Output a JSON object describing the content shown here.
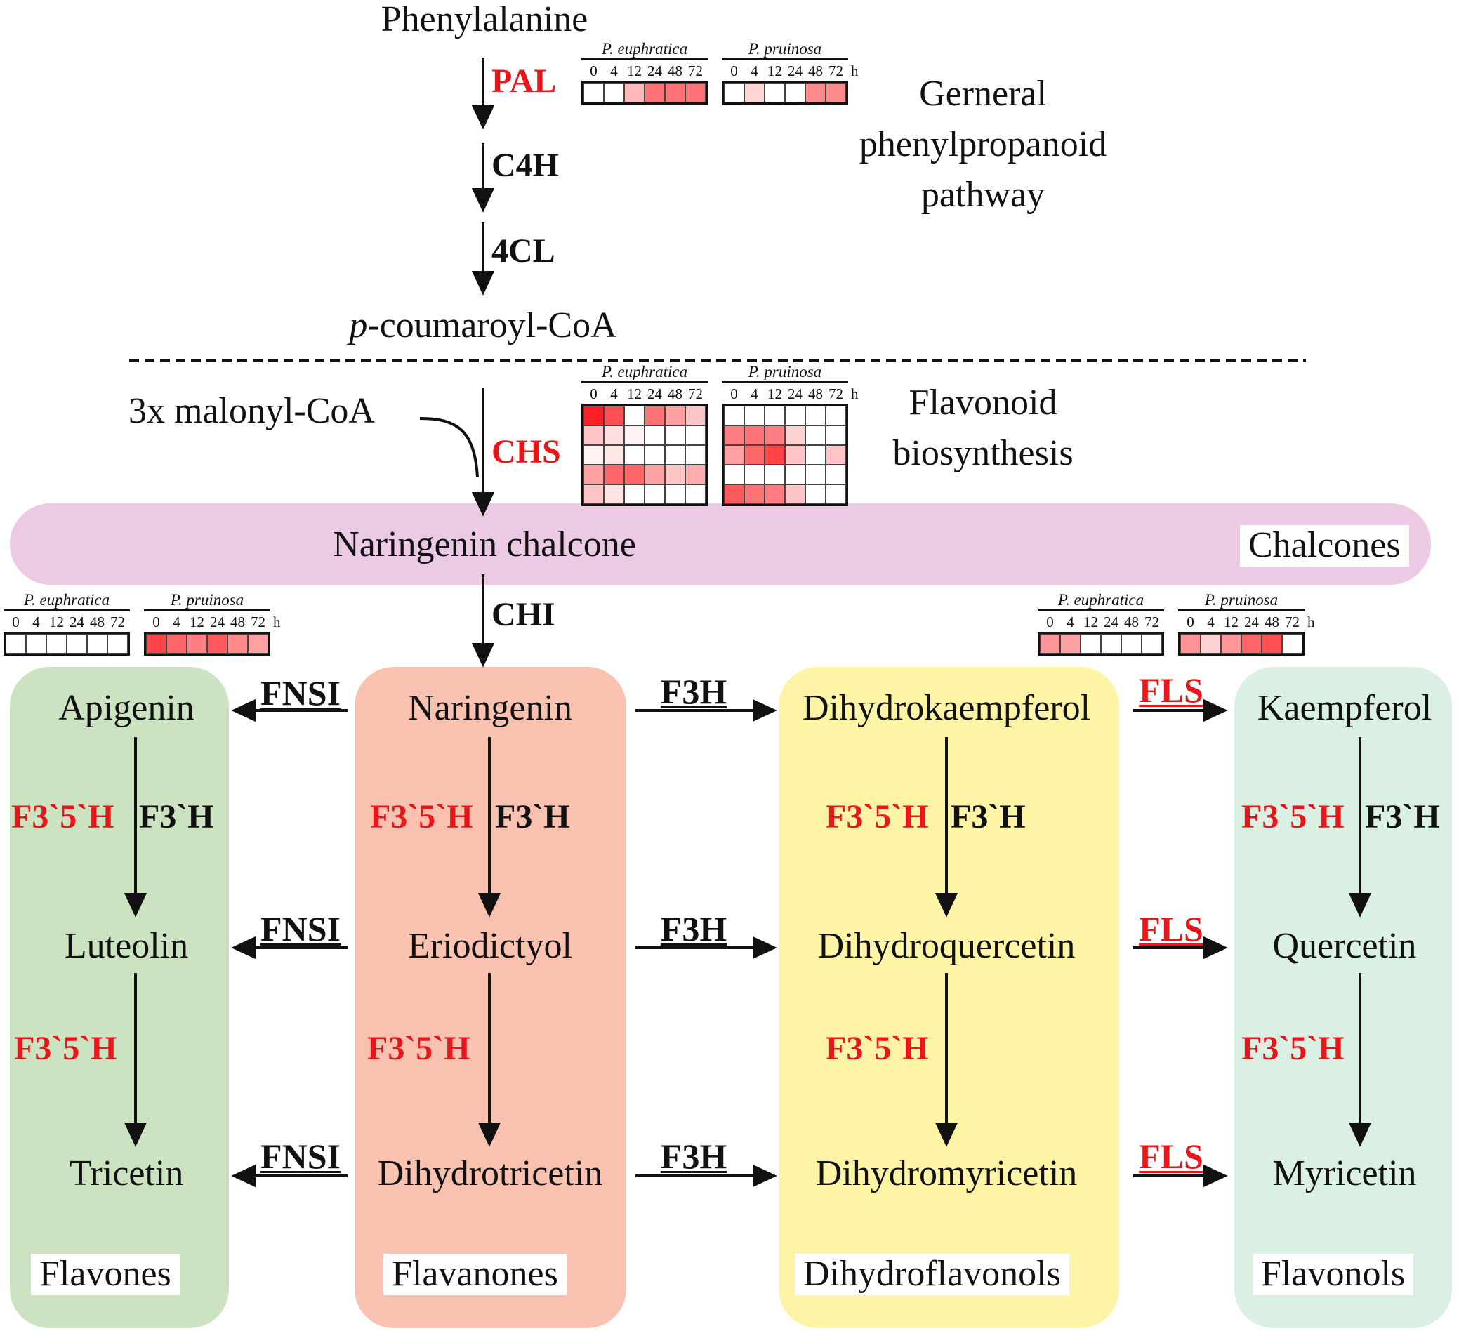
{
  "title_general": [
    "Gerneral",
    "phenylpropanoid",
    "pathway"
  ],
  "title_flavonoid": [
    "Flavonoid",
    "biosynthesis"
  ],
  "compounds": {
    "phenylalanine": "Phenylalanine",
    "p_prefix": "p",
    "coumaroyl_rest": "-coumaroyl-CoA",
    "malonyl": "3x malonyl-CoA",
    "naringenin_chalcone": "Naringenin chalcone",
    "apigenin": "Apigenin",
    "luteolin": "Luteolin",
    "tricetin": "Tricetin",
    "naringenin": "Naringenin",
    "eriodictyol": "Eriodictyol",
    "dihydrotricetin": "Dihydrotricetin",
    "dihydrokaempferol": "Dihydrokaempferol",
    "dihydroquercetin": "Dihydroquercetin",
    "dihydromyricetin": "Dihydromyricetin",
    "kaempferol": "Kaempferol",
    "quercetin": "Quercetin",
    "myricetin": "Myricetin"
  },
  "enzymes": {
    "pal": "PAL",
    "c4h": "C4H",
    "cl4": "4CL",
    "chs": "CHS",
    "chi": "CHI",
    "fnsi": "FNSI",
    "f3h": "F3H",
    "fls": "FLS",
    "f35h": "F3`5`H",
    "f3ph": "F3`H"
  },
  "class_labels": {
    "chalcones": "Chalcones",
    "flavones": "Flavones",
    "flavanones": "Flavanones",
    "dihydroflavonols": "Dihydroflavonols",
    "flavonols": "Flavonols"
  },
  "colors": {
    "chalcones_band": "#ecc9e4",
    "flavones_box": "#cbe3c0",
    "flavanones_box": "#f9c1b0",
    "dihydroflavonols_box": "#fdf4a6",
    "flavonols_box": "#d9f0e3",
    "enzyme_red": "#e8161b"
  },
  "heatmap_legend": {
    "species": [
      "P. euphratica",
      "P. pruinosa"
    ],
    "time_points": [
      "0",
      "4",
      "12",
      "24",
      "48",
      "72"
    ],
    "unit": "h"
  },
  "heatmaps": {
    "pal": {
      "euphratica": [
        [
          0.0,
          0.0,
          0.3,
          0.6,
          0.6,
          0.6
        ]
      ],
      "pruinosa": [
        [
          0.0,
          0.18,
          0.0,
          0.0,
          0.5,
          0.5
        ]
      ]
    },
    "chs": {
      "euphratica": [
        [
          0.95,
          0.75,
          0.0,
          0.6,
          0.4,
          0.25
        ],
        [
          0.25,
          0.15,
          0.05,
          0.0,
          0.0,
          0.0
        ],
        [
          0.05,
          0.1,
          0.0,
          0.0,
          0.0,
          0.0
        ],
        [
          0.4,
          0.65,
          0.65,
          0.4,
          0.25,
          0.35
        ],
        [
          0.25,
          0.12,
          0.0,
          0.0,
          0.0,
          0.0
        ]
      ],
      "pruinosa": [
        [
          0.0,
          0.0,
          0.0,
          0.0,
          0.0,
          0.0
        ],
        [
          0.55,
          0.6,
          0.55,
          0.2,
          0.0,
          0.0
        ],
        [
          0.4,
          0.65,
          0.8,
          0.25,
          0.0,
          0.25
        ],
        [
          0.0,
          0.0,
          0.0,
          0.0,
          0.0,
          0.0
        ],
        [
          0.7,
          0.6,
          0.55,
          0.25,
          0.0,
          0.0
        ]
      ]
    },
    "fnsi": {
      "euphratica": [
        [
          0.0,
          0.0,
          0.0,
          0.0,
          0.0,
          0.0
        ]
      ],
      "pruinosa": [
        [
          0.8,
          0.65,
          0.55,
          0.7,
          0.5,
          0.4
        ]
      ]
    },
    "fls": {
      "euphratica": [
        [
          0.45,
          0.4,
          0.0,
          0.0,
          0.0,
          0.0
        ]
      ],
      "pruinosa": [
        [
          0.45,
          0.2,
          0.45,
          0.65,
          0.75,
          0.0
        ]
      ]
    }
  }
}
